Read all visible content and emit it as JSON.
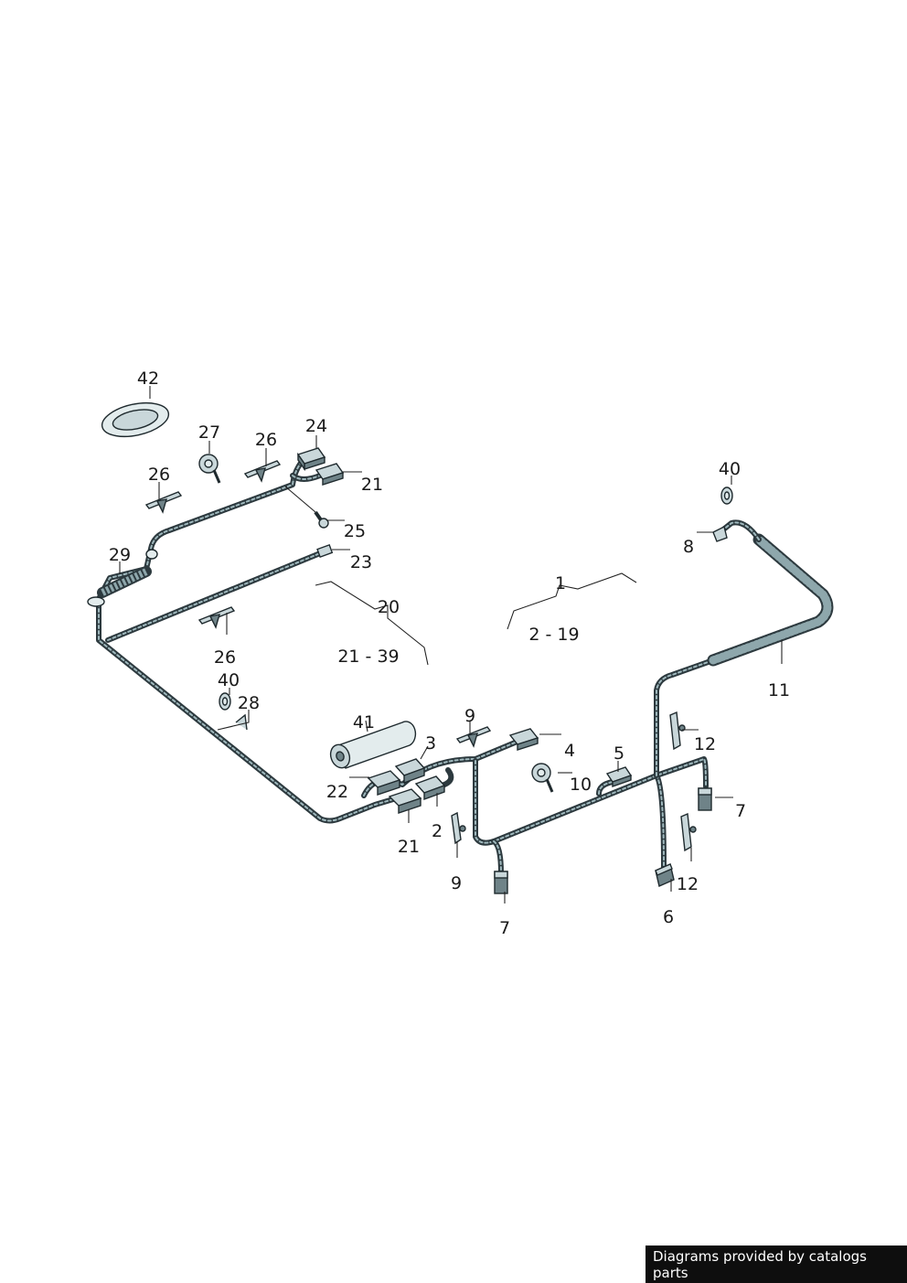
{
  "labels": {
    "l42": "42",
    "l27": "27",
    "l26a": "26",
    "l24": "24",
    "l26b": "26",
    "l21a": "21",
    "l25": "25",
    "l29": "29",
    "l23": "23",
    "l20": "20",
    "l26c": "26",
    "l21_39": "21 - 39",
    "l1": "1",
    "l2_19": "2 - 19",
    "l40a": "40",
    "l8": "8",
    "l11": "11",
    "l40b": "40",
    "l28": "28",
    "l41": "41",
    "l9a": "9",
    "l3": "3",
    "l4": "4",
    "l22": "22",
    "l21b": "21",
    "l5": "5",
    "l10": "10",
    "l12a": "12",
    "l7a": "7",
    "l2": "2",
    "l9b": "9",
    "l7b": "7",
    "l12b": "12",
    "l6": "6"
  },
  "footer": {
    "text": "Diagrams provided by catalogs parts"
  }
}
